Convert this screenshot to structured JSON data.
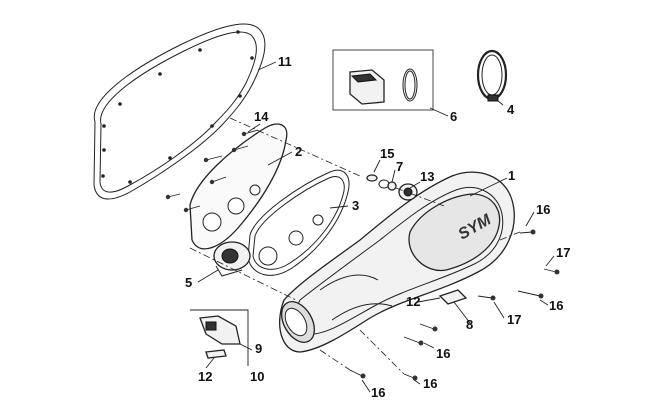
{
  "diagram": {
    "callouts": [
      "1",
      "2",
      "3",
      "4",
      "5",
      "6",
      "7",
      "8",
      "9",
      "10",
      "11",
      "12",
      "13",
      "14",
      "15",
      "16",
      "17"
    ],
    "labels": {
      "c1": "1",
      "c2": "2",
      "c3": "3",
      "c4": "4",
      "c5": "5",
      "c6": "6",
      "c7": "7",
      "c8": "8",
      "c9": "9",
      "c10": "10",
      "c11": "11",
      "c12a": "12",
      "c12b": "12",
      "c13": "13",
      "c14": "14",
      "c15": "15",
      "c16a": "16",
      "c16b": "16",
      "c16c": "16",
      "c16d": "16",
      "c16e": "16",
      "c17a": "17",
      "c17b": "17"
    },
    "cover_logo": "SYM"
  }
}
